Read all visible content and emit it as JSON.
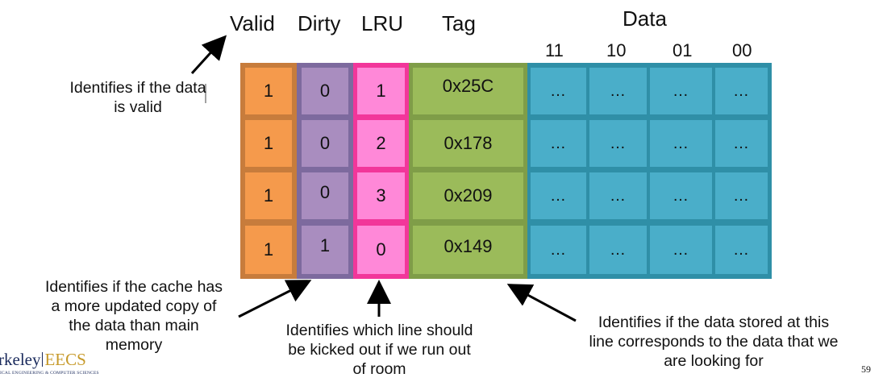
{
  "headers": {
    "valid": "Valid",
    "dirty": "Dirty",
    "lru": "LRU",
    "tag": "Tag",
    "data": "Data",
    "offsets": [
      "11",
      "10",
      "01",
      "00"
    ]
  },
  "rows": [
    {
      "valid": "1",
      "dirty": "0",
      "lru": "1",
      "tag": "0x25C",
      "data": [
        "…",
        "…",
        "…",
        "…"
      ]
    },
    {
      "valid": "1",
      "dirty": "0",
      "lru": "2",
      "tag": "0x178",
      "data": [
        "…",
        "…",
        "…",
        "…"
      ]
    },
    {
      "valid": "1",
      "dirty": "0",
      "lru": "3",
      "tag": "0x209",
      "data": [
        "…",
        "…",
        "…",
        "…"
      ]
    },
    {
      "valid": "1",
      "dirty": "1",
      "lru": "0",
      "tag": "0x149",
      "data": [
        "…",
        "…",
        "…",
        "…"
      ]
    }
  ],
  "annotations": {
    "valid": [
      "Identifies if the data",
      "is valid"
    ],
    "dirty": [
      "Identifies if the cache has",
      "a more updated copy of",
      "the data than main",
      "memory"
    ],
    "lru": [
      "Identifies which line should",
      "be kicked out if we run out",
      "of room"
    ],
    "tag": [
      "Identifies if the data stored at this",
      "line corresponds to the data that we",
      "are looking for"
    ]
  },
  "logo": {
    "left": "rkeley",
    "right": "EECS",
    "tagline": "ICAL ENGINEERING & COMPUTER SCIENCES"
  },
  "page_number": "59",
  "colors": {
    "valid": "#f59a4c",
    "valid_border": "#c77c3c",
    "dirty": "#a98dbf",
    "dirty_border": "#7d6a9e",
    "lru": "#ff88d8",
    "lru_border": "#f2369a",
    "tag": "#9bbb5a",
    "tag_border": "#7f9d48",
    "data": "#4aaec9",
    "data_border": "#2f8fa7"
  }
}
